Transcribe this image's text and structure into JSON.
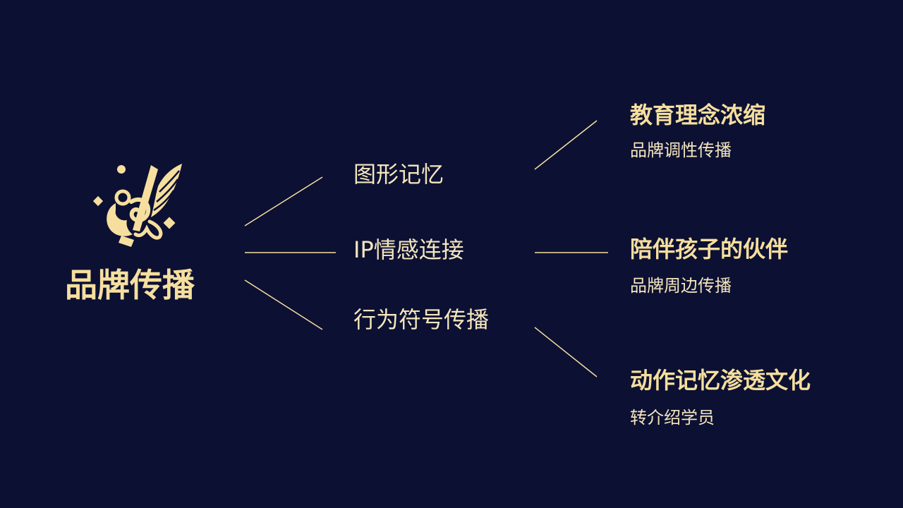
{
  "colors": {
    "background": "#0c1033",
    "accent": "#f6df9e",
    "text": "#f4e6bd"
  },
  "root": {
    "icon": "winged-music-note-logo-icon",
    "title": "品牌传播"
  },
  "branches": [
    {
      "label": "图形记忆",
      "leaf": {
        "title": "教育理念浓缩",
        "subtitle": "品牌调性传播"
      }
    },
    {
      "label": "IP情感连接",
      "leaf": {
        "title": "陪伴孩子的伙伴",
        "subtitle": "品牌周边传播"
      }
    },
    {
      "label": "行为符号传播",
      "leaf": {
        "title": "动作记忆渗透文化",
        "subtitle": "转介绍学员"
      }
    }
  ]
}
